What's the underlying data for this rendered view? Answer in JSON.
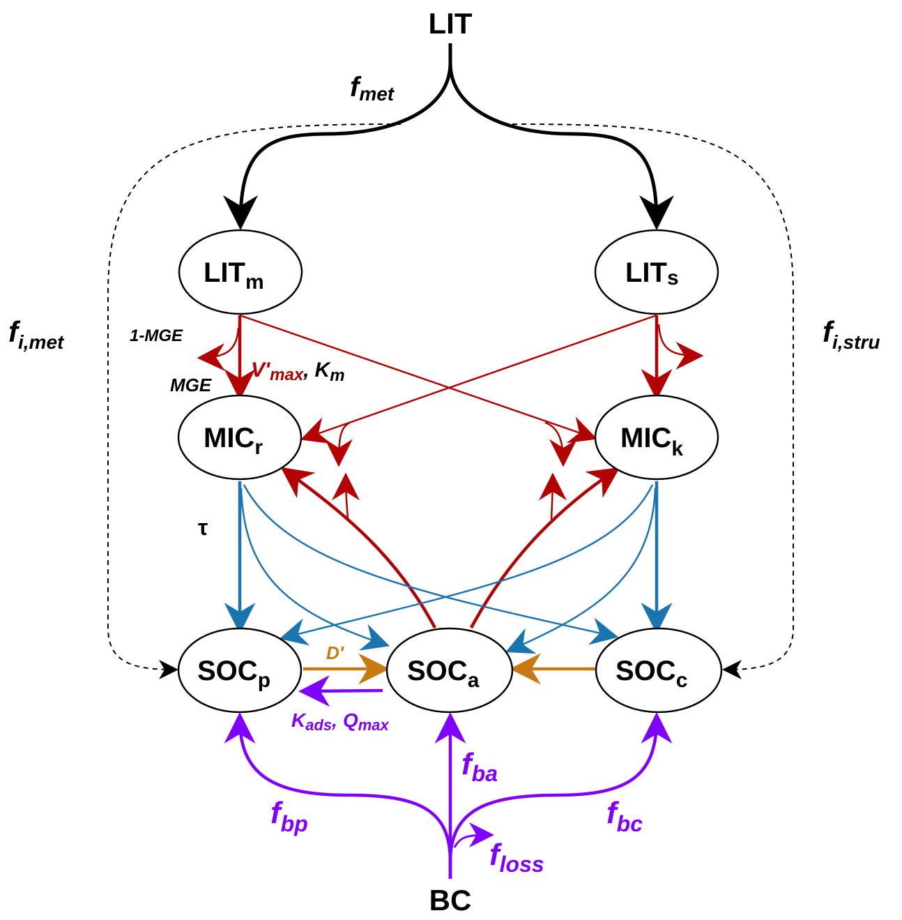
{
  "title": "Carbon pool flow diagram",
  "colors": {
    "litter_flow": "#000000",
    "decomposition": "#b30000",
    "turnover": "#1a74b0",
    "desorption": "#c87a12",
    "sorption": "#8000ff",
    "input": "#000000"
  },
  "nodes": {
    "lit": {
      "label": "LIT"
    },
    "bc": {
      "label": "BC"
    },
    "lit_m": {
      "base": "LIT",
      "sub": "m"
    },
    "lit_s": {
      "base": "LIT",
      "sub": "s"
    },
    "mic_r": {
      "base": "MIC",
      "sub": "r"
    },
    "mic_k": {
      "base": "MIC",
      "sub": "k"
    },
    "soc_p": {
      "base": "SOC",
      "sub": "p"
    },
    "soc_a": {
      "base": "SOC",
      "sub": "a"
    },
    "soc_c": {
      "base": "SOC",
      "sub": "c"
    }
  },
  "labels": {
    "f_met": {
      "base": "f",
      "sub": "met"
    },
    "f_i_met": {
      "base": "f",
      "sub": "i,met"
    },
    "f_i_stru": {
      "base": "f",
      "sub": "i,stru"
    },
    "one_minus_mge": "1-MGE",
    "mge": "MGE",
    "vmax": {
      "base": "V'",
      "sub": "max"
    },
    "km": {
      "sep": ",",
      "base": "K",
      "sub": "m"
    },
    "tau": "τ",
    "d_prime": "D'",
    "kads": {
      "base": "K",
      "sub": "ads"
    },
    "qmax": {
      "sep": ",",
      "base": "Q",
      "sub": "max"
    },
    "f_ba": {
      "base": "f",
      "sub": "ba"
    },
    "f_bp": {
      "base": "f",
      "sub": "bp"
    },
    "f_bc": {
      "base": "f",
      "sub": "bc"
    },
    "f_loss": {
      "base": "f",
      "sub": "loss"
    }
  }
}
